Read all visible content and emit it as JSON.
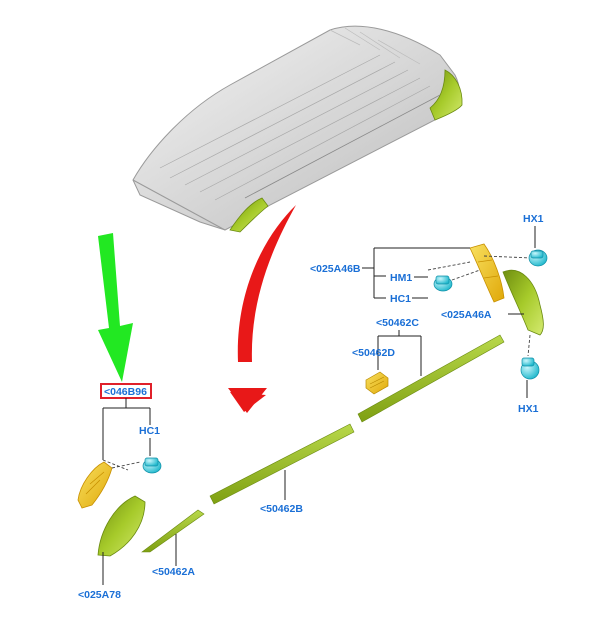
{
  "labels": {
    "part_046b96": "<046B96",
    "hc1_left": "HC1",
    "part_025a78": "<025A78",
    "part_50462a": "<50462A",
    "part_50462b": "<50462B",
    "part_50462c": "<50462C",
    "part_50462d": "<50462D",
    "part_025a46b": "<025A46B",
    "hm1": "HM1",
    "hc1_right": "HC1",
    "hx1_top": "HX1",
    "part_025a46a": "<025A46A",
    "hx1_bottom": "HX1"
  },
  "colors": {
    "label_blue": "#1a6fd6",
    "highlight_box": "#e0202a",
    "arrow_green": "#22e822",
    "arrow_red": "#e81818",
    "part_green": "#9cc41c",
    "part_yellow": "#f0c010",
    "fastener_cyan": "#38d0e0"
  },
  "icons": {
    "roof": "vehicle-roof-panel",
    "green_arrow": "down-arrow-green",
    "red_arrow": "curved-arrow-red"
  }
}
